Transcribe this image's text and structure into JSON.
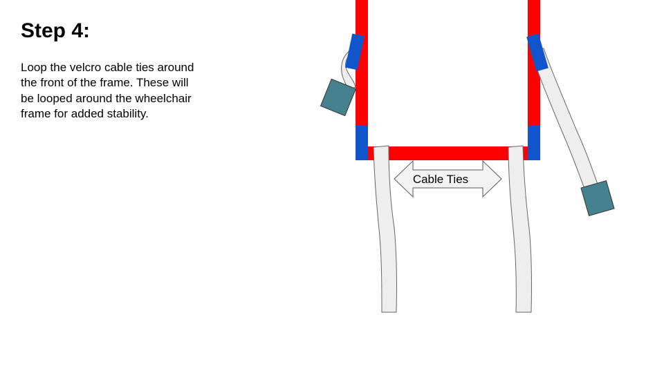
{
  "slide": {
    "title": "Step 4:",
    "body": "Loop the velcro cable ties around the front of the frame. These will be looped around the wheelchair frame for added stability."
  },
  "diagram": {
    "arrow_label": "Cable Ties",
    "colors": {
      "frame": "#ff0000",
      "frame_end_caps": "#1155cc",
      "cable_tie_strap": "#eeeeee",
      "cable_tie_buckle": "#45818e"
    }
  }
}
